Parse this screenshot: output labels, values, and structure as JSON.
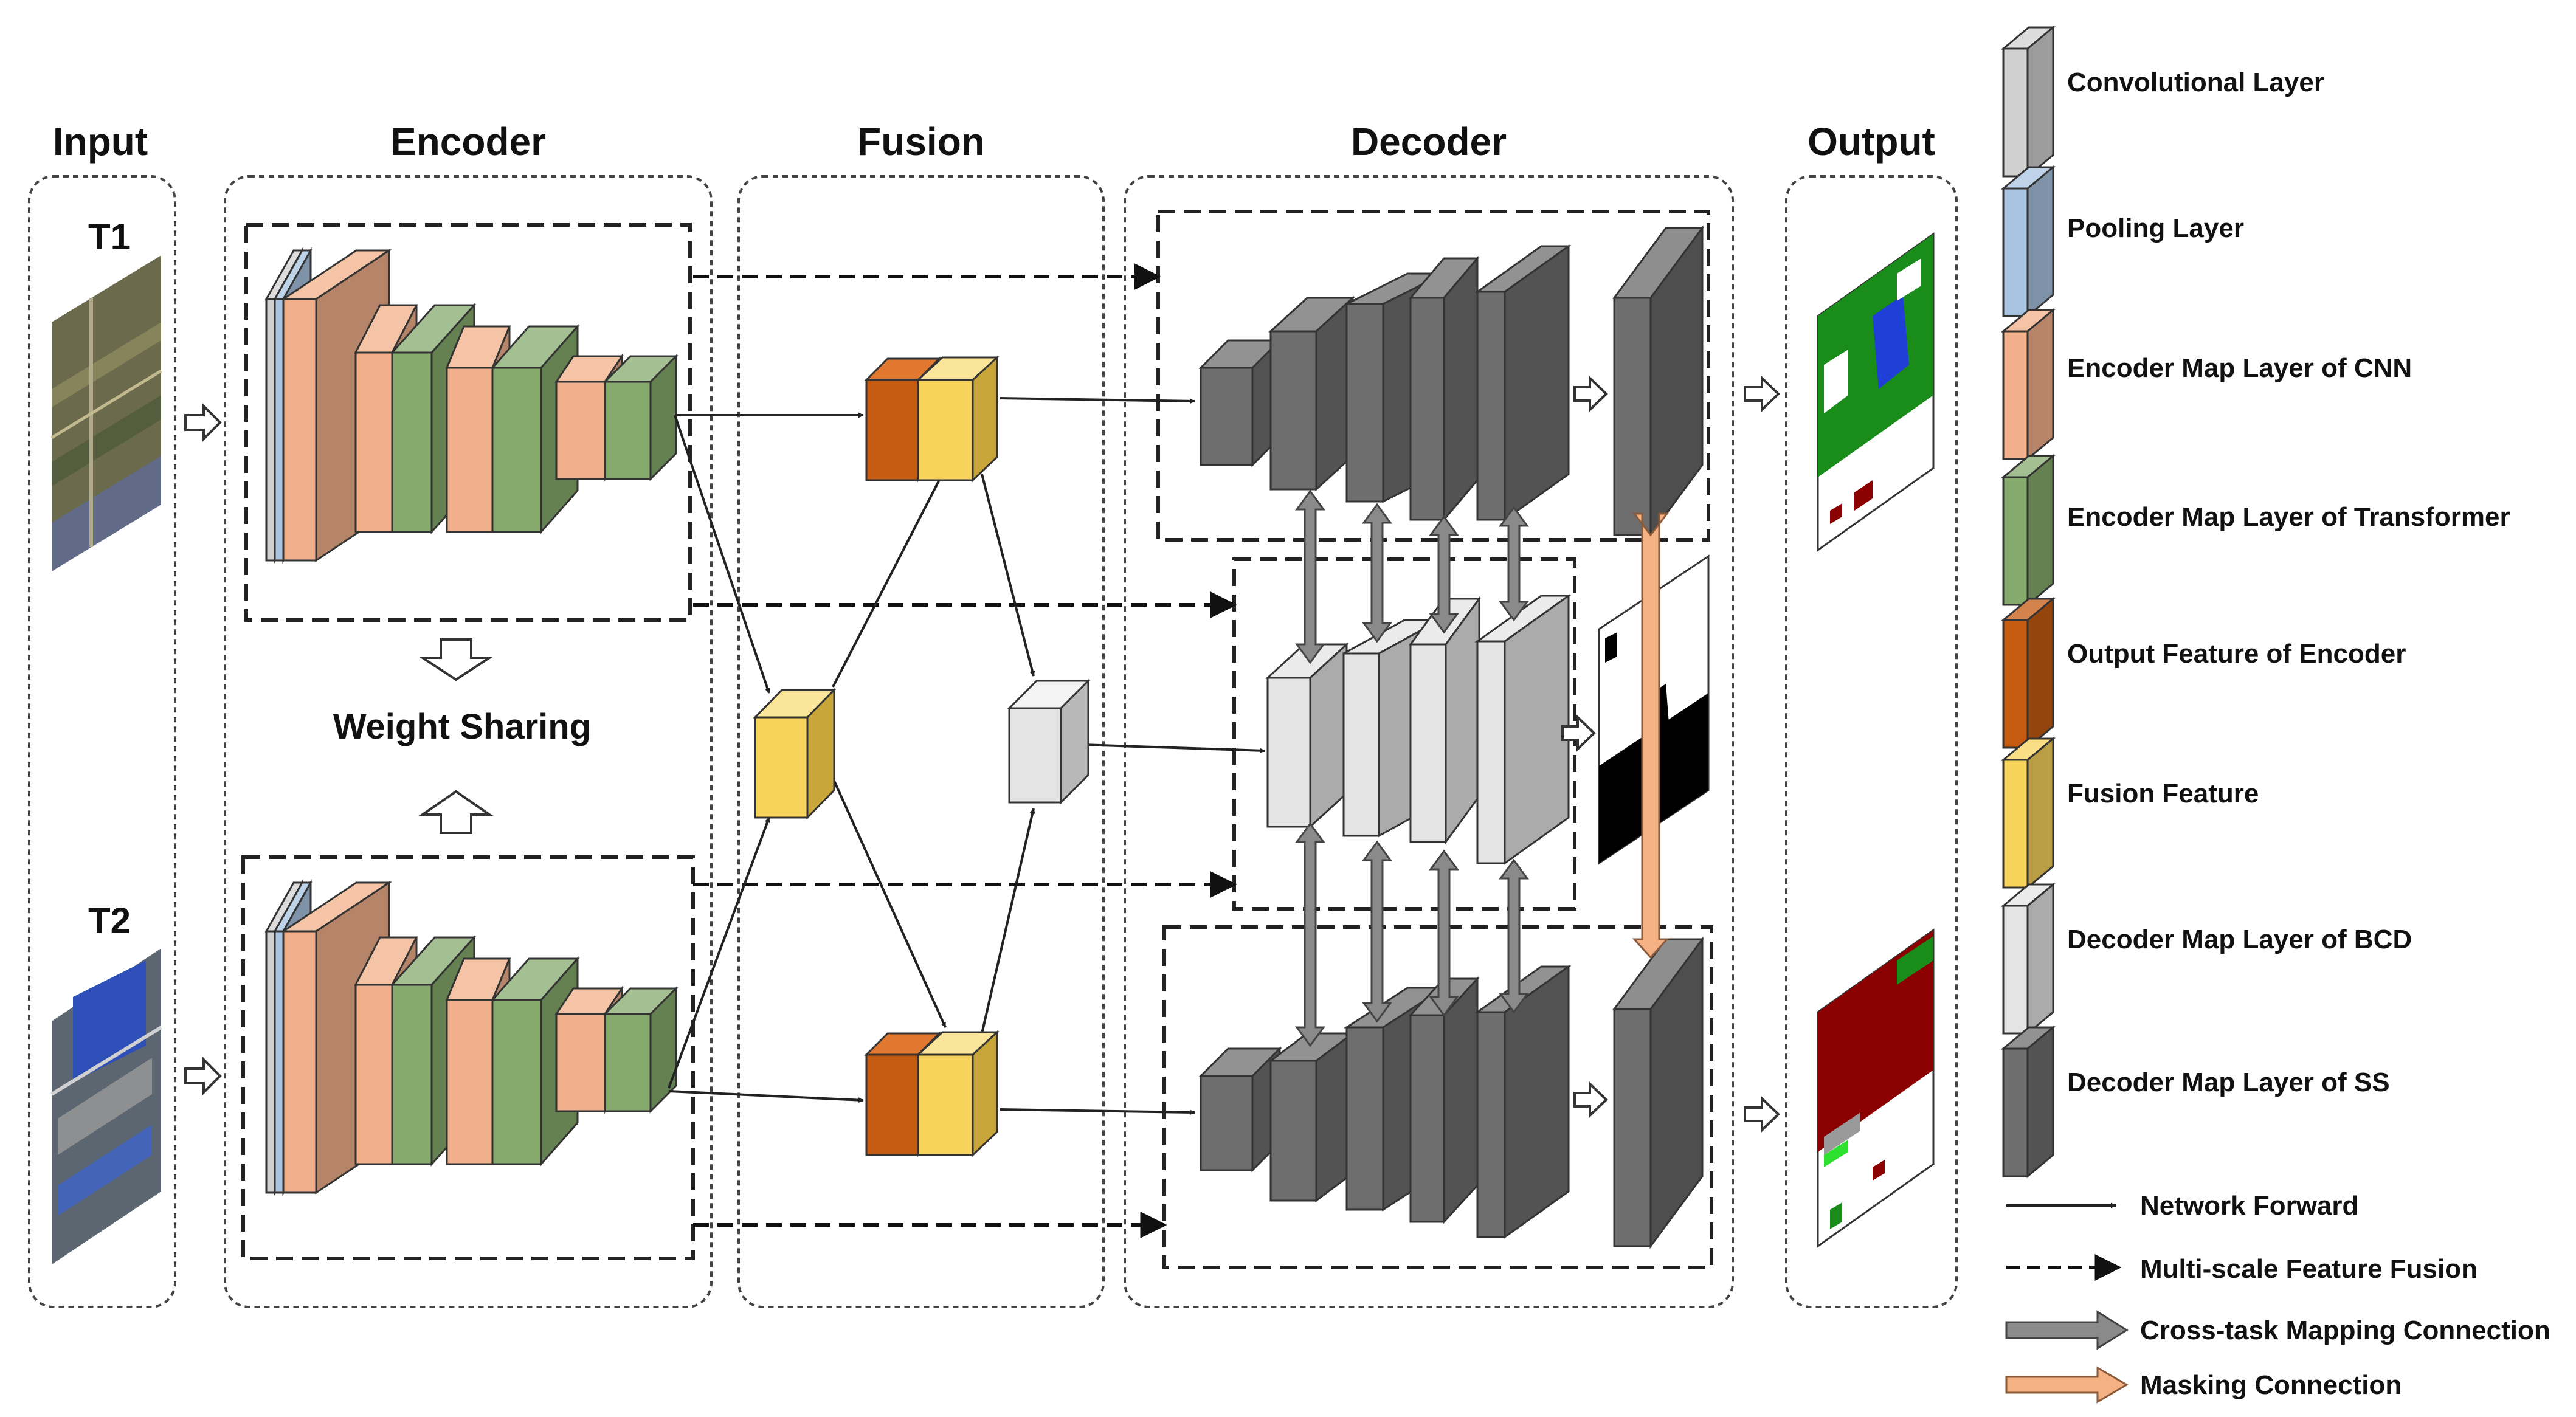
{
  "sections": {
    "input": "Input",
    "encoder": "Encoder",
    "fusion": "Fusion",
    "decoder": "Decoder",
    "output": "Output"
  },
  "inputs": {
    "t1": "T1",
    "t2": "T2"
  },
  "weight_sharing": "Weight Sharing",
  "legend": {
    "conv": "Convolutional Layer",
    "pool": "Pooling Layer",
    "enc_cnn": "Encoder Map Layer of CNN",
    "enc_trans": "Encoder Map Layer of Transformer",
    "out_feat": "Output Feature of Encoder",
    "fusion_feat": "Fusion Feature",
    "dec_bcd": "Decoder Map Layer of BCD",
    "dec_ss": "Decoder Map Layer of SS",
    "net_forward": "Network Forward",
    "multi_scale": "Multi-scale Feature Fusion",
    "cross_task": "Cross-task Mapping Connection",
    "masking": "Masking Connection"
  },
  "colors": {
    "conv": "#d0d0d0",
    "pool": "#a9c4e0",
    "cnn": "#f2b08a",
    "transformer": "#86aa6c",
    "encoder_output": "#c55a11",
    "fusion": "#f7d35c",
    "bcd": "#e4e4e4",
    "ss": "#6e6e6e",
    "cross_task": "#8a8a8a",
    "masking": "#f4b183",
    "semantic_red": "#8b0000",
    "semantic_green": "#1a8c1a",
    "semantic_blue": "#1f3fd6"
  }
}
